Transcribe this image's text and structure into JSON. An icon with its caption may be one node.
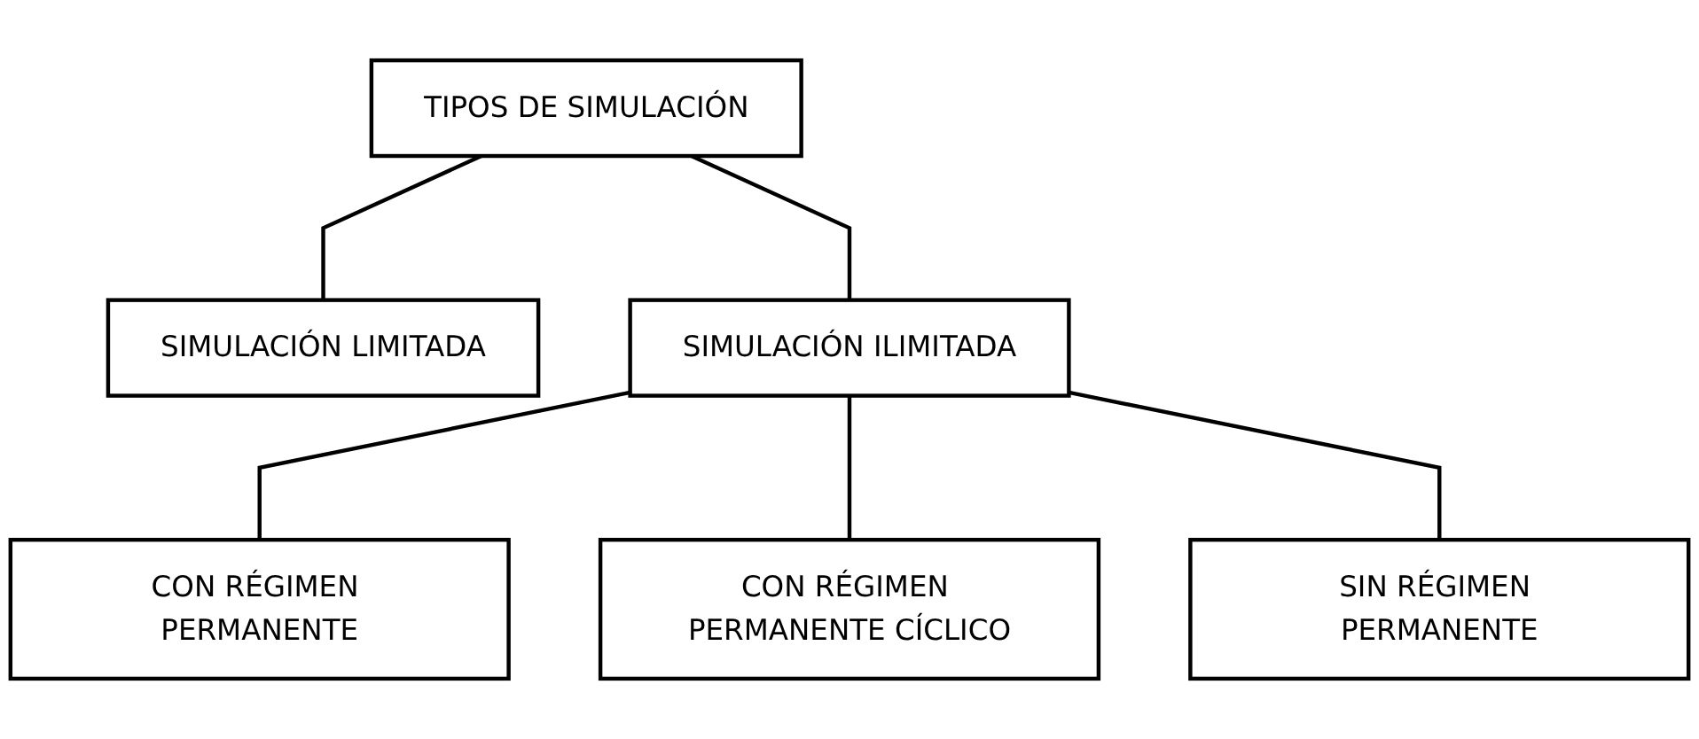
{
  "diagram": {
    "nodes": [
      {
        "text": [
          "TIPOS DE SIMULACIÓN"
        ]
      },
      {
        "text": [
          "SIMULACIÓN LIMITADA"
        ]
      },
      {
        "text": [
          "SIMULACIÓN ILIMITADA"
        ]
      },
      {
        "text": [
          "CON RÉGIMEN PERMANENTE"
        ]
      },
      {
        "text": [
          "CON RÉGIMEN PERMANENTE CÍCLICO"
        ]
      },
      {
        "text": [
          "SIN RÉGIMEN PERMANENTE"
        ]
      }
    ],
    "edges": [
      {
        "from": 0,
        "to": 1,
        "arrow": "none"
      },
      {
        "from": 0,
        "to": 2,
        "arrow": "none"
      },
      {
        "from": 2,
        "to": 3,
        "arrow": "none"
      },
      {
        "from": 2,
        "to": 4,
        "arrow": "none"
      },
      {
        "from": 2,
        "to": 5,
        "arrow": "none"
      }
    ]
  }
}
